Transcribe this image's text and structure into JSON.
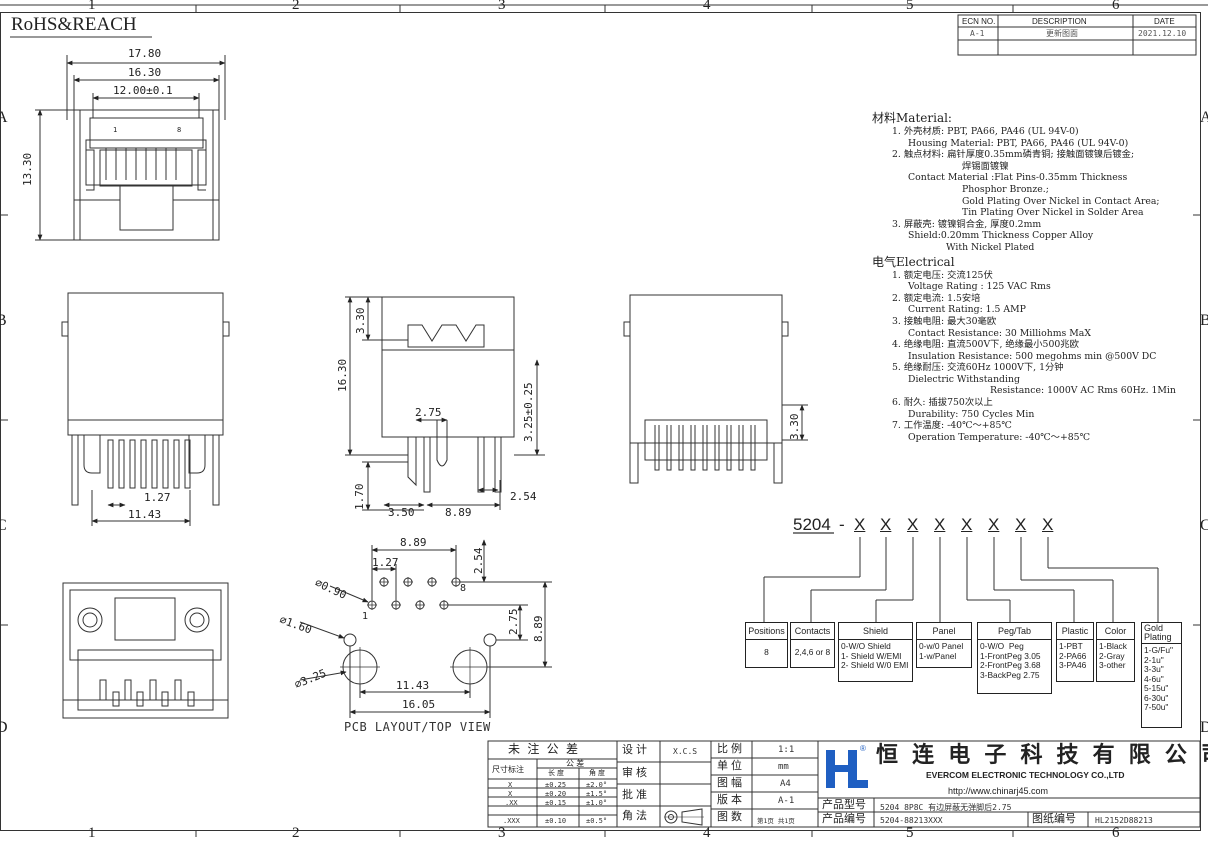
{
  "border": {
    "col_numbers": [
      "1",
      "2",
      "3",
      "4",
      "5",
      "6"
    ],
    "row_letters": [
      "A",
      "B",
      "C",
      "D"
    ]
  },
  "compliance": "RoHS&REACH",
  "revision_table": {
    "headers": [
      "ECN NO.",
      "DESCRIPTION",
      "DATE"
    ],
    "row": [
      "A-1",
      "更新图面",
      "2021.12.10"
    ]
  },
  "dimensions": {
    "top_17_80": "17.80",
    "top_16_30": "16.30",
    "top_12_00": "12.00±0.1",
    "top_13_30": "13.30",
    "pin_1": "1",
    "pin_8": "8",
    "front_1_27": "1.27",
    "front_11_43": "11.43",
    "side_3_30": "3.30",
    "side_16_30": "16.30",
    "side_2_75": "2.75",
    "side_3_25": "3.25±0.25",
    "side_1_70": "1.70",
    "side_3_50": "3.50",
    "side_8_89": "8.89",
    "side_2_54": "2.54",
    "back_3_30": "3.30",
    "pcb_8_89_top": "8.89",
    "pcb_1_27": "1.27",
    "pcb_2_54": "2.54",
    "pcb_d0_90": "⌀0.90",
    "pcb_d1_60": "⌀1.60",
    "pcb_d3_25": "⌀3.25",
    "pcb_2_75": "2.75",
    "pcb_8_89_side": "8.89",
    "pcb_11_43": "11.43",
    "pcb_16_05": "16.05",
    "pcb_pin_8": "8",
    "pcb_pin_1": "1"
  },
  "pcb_caption": "PCB LAYOUT/TOP VIEW",
  "material": {
    "title": "材料Material:",
    "lines": [
      "1. 外壳材质: PBT, PA66, PA46 (UL 94V-0)",
      "Housing Material: PBT, PA66, PA46 (UL 94V-0)",
      "2. 触点材料: 扁针厚度0.35mm磷青铜; 接触面镀镍后镀金;",
      "焊锡面镀镍",
      "Contact Material :Flat Pins-0.35mm Thickness",
      "Phosphor Bronze.;",
      "Gold Plating Over Nickel in Contact Area;",
      "Tin Plating Over Nickel in Solder Area",
      "3. 屏蔽壳: 镀镍铜合金, 厚度0.2mm",
      "Shield:0.20mm Thickness Copper Alloy",
      "With Nickel Plated"
    ]
  },
  "electrical": {
    "title": "电气Electrical",
    "lines": [
      "1. 额定电压: 交流125伏",
      "Voltage Rating : 125 VAC Rms",
      "2. 额定电流: 1.5安培",
      "Current Rating: 1.5 AMP",
      "3. 接触电阻: 最大30毫欧",
      "Contact Resistance: 30 Milliohms MaX",
      "4. 绝缘电阻: 直流500V下, 绝缘最小500兆欧",
      "Insulation Resistance: 500 megohms min @500V DC",
      "5. 绝缘耐压: 交流60Hz 1000V下, 1分钟",
      "Dielectric Withstanding",
      "Resistance: 1000V AC Rms 60Hz. 1Min",
      "6. 耐久: 插拔750次以上",
      "Durability: 750 Cycles Min",
      "7. 工作温度: -40℃～+85℃",
      "Operation Temperature: -40℃～+85℃"
    ]
  },
  "part_number": {
    "base": "5204",
    "sep": "-",
    "placeholder": "X",
    "boxes": [
      {
        "title": "Positions",
        "body": "8"
      },
      {
        "title": "Contacts",
        "body": "2,4,6 or 8"
      },
      {
        "title": "Shield",
        "body": "0-W/O Shield\n1- Shield W/EMI\n2- Shield W/0 EMI"
      },
      {
        "title": "Panel",
        "body": "0-w/0 Panel\n1-w/Panel"
      },
      {
        "title": "Peg/Tab",
        "body": "0-W/O  Peg\n1-FrontPeg 3.05\n2-FrontPeg 3.68\n3-BackPeg 2.75"
      },
      {
        "title": "Plastic",
        "body": "1-PBT\n2-PA66\n3-PA46"
      },
      {
        "title": "Color",
        "body": "1-Black\n2-Gray\n3-other"
      },
      {
        "title": "Gold\nPlating",
        "body": "1-G/Fu\"\n2-1u\"\n3-3u\"\n4-6u\"\n5-15u\"\n6-30u\"\n7-50u\""
      }
    ]
  },
  "title_block": {
    "tolerance_title": "未 注 公 差",
    "dim_label": "尺寸标注",
    "tol_header": "公 差",
    "tol_sub": [
      "长 度",
      "角 度"
    ],
    "tol_rows": [
      [
        "X",
        "±0.25",
        "±2.0°"
      ],
      [
        "X",
        "±0.20",
        "±1.5°"
      ],
      [
        ".XX",
        "±0.15",
        "±1.0°"
      ],
      [
        ".XXX",
        "±0.10",
        "±0.5°"
      ]
    ],
    "design_label": "设 计",
    "design_value": "X.C.S",
    "review_label": "审 核",
    "approve_label": "批 准",
    "angle_label": "角 法",
    "scale_label": "比 例",
    "scale_value": "1:1",
    "unit_label": "单 位",
    "unit_value": "mm",
    "size_label": "图 幅",
    "size_value": "A4",
    "version_label": "版 本",
    "version_value": "A-1",
    "pages_label": "图 数",
    "pages_value": "第1页 共1页",
    "company_cn": "恒 连 电 子 科 技 有 限 公 司",
    "company_en": "EVERCOM ELECTRONIC TECHNOLOGY CO.,LTD",
    "website": "http://www.chinarj45.com",
    "model_label": "产品型号",
    "model_value": "5204 8P8C 有边屏蔽无弹脚后2.75",
    "code_label": "产品编号",
    "code_value": "5204-88213XXX",
    "drawing_label": "图纸编号",
    "drawing_value": "HL2152D88213",
    "logo_letter": "H",
    "logo_mark": "®"
  },
  "colors": {
    "ink": "#222222",
    "logo_blue": "#1f5fc2"
  }
}
